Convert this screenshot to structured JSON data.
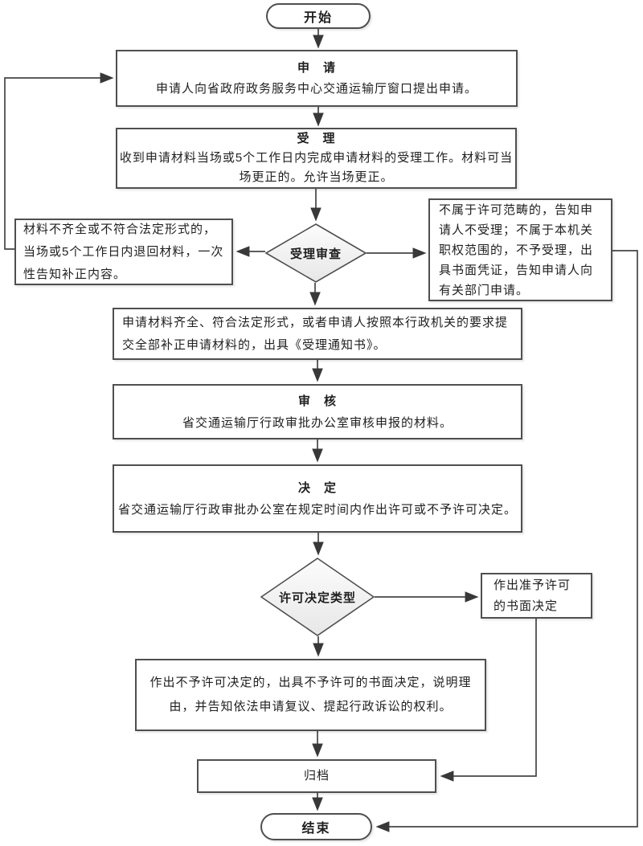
{
  "flowchart": {
    "start": {
      "label": "开始"
    },
    "end": {
      "label": "结束"
    },
    "nodes": {
      "apply": {
        "title": "申　请",
        "body": "申请人向省政府政务服务中心交通运输厅窗口提出申请。"
      },
      "accept": {
        "title": "受　理",
        "body": "收到申请材料当场或5个工作日内完成申请材料的受理工作。材料可当场更正的。允许当场更正。"
      },
      "accept_review": {
        "label": "受理审查"
      },
      "return_materials": {
        "body": "材料不齐全或不符合法定形式的，当场或5个工作日内退回材料，一次性告知补正内容。"
      },
      "reject_notice": {
        "body": "不属于许可范畴的，告知申请人不受理；不属于本机关职权范围的，不予受理，出具书面凭证，告知申请人向有关部门申请。"
      },
      "acceptance_notice": {
        "body": "申请材料齐全、符合法定形式，或者申请人按照本行政机关的要求提交全部补正申请材料的，出具《受理通知书》。"
      },
      "review": {
        "title": "审　核",
        "body": "省交通运输厅行政审批办公室审核申报的材料。"
      },
      "decision": {
        "title": "决　定",
        "body": "省交通运输厅行政审批办公室在规定时间内作出许可或不予许可决定。"
      },
      "decision_type": {
        "label": "许可决定类型"
      },
      "grant": {
        "body": "作出准予许可的书面决定"
      },
      "deny": {
        "body": "作出不予许可决定的，出具不予许可的书面决定，说明理由，并告知依法申请复议、提起行政诉讼的权利。"
      },
      "archive": {
        "label": "归档"
      }
    },
    "colors": {
      "background": "#ffffff",
      "line": "#454545",
      "border": "#4f4f4f",
      "text": "#1f1f1f",
      "diamond_fill_top": "#fcfcfc",
      "diamond_fill_bottom": "#e7e7e7"
    }
  }
}
